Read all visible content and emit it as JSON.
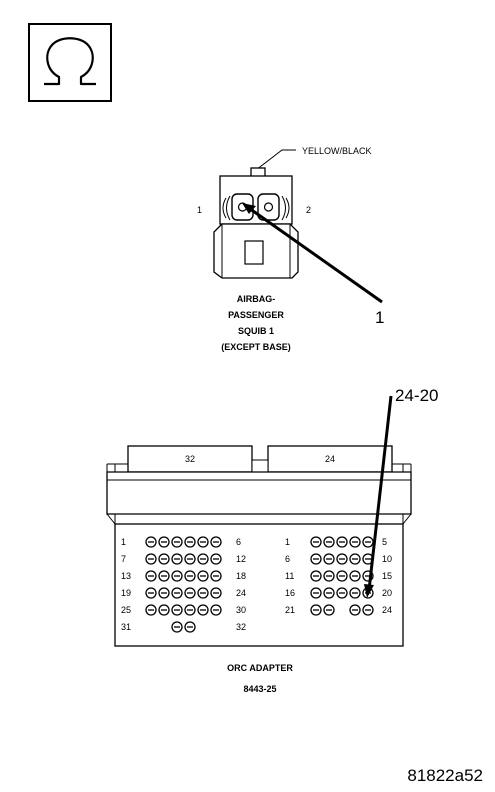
{
  "meter_symbol": {
    "icon": "ohm-symbol-icon"
  },
  "wire_color_label": "YELLOW/BLACK",
  "connector": {
    "left_pin": "1",
    "right_pin": "2",
    "name_lines": [
      "AIRBAG-",
      "PASSENGER",
      "SQUIB 1",
      "(EXCEPT BASE)"
    ]
  },
  "callouts": {
    "probe_1": "1",
    "probe_2": "24-20"
  },
  "adapter": {
    "left_header": "32",
    "right_header": "24",
    "left_rows": [
      {
        "start": "1",
        "end": "6",
        "pins": 6
      },
      {
        "start": "7",
        "end": "12",
        "pins": 6
      },
      {
        "start": "13",
        "end": "18",
        "pins": 6
      },
      {
        "start": "19",
        "end": "24",
        "pins": 6
      },
      {
        "start": "25",
        "end": "30",
        "pins": 6
      },
      {
        "start": "31",
        "end": "32",
        "pins": 2
      }
    ],
    "right_rows": [
      {
        "start": "1",
        "end": "5",
        "pins": 5
      },
      {
        "start": "6",
        "end": "10",
        "pins": 5
      },
      {
        "start": "11",
        "end": "15",
        "pins": 5
      },
      {
        "start": "16",
        "end": "20",
        "pins": 5
      },
      {
        "start": "21",
        "end": "24",
        "pins": 4
      }
    ],
    "name": "ORC ADAPTER",
    "part_number": "8443-25"
  },
  "figure_id": "81822a52"
}
